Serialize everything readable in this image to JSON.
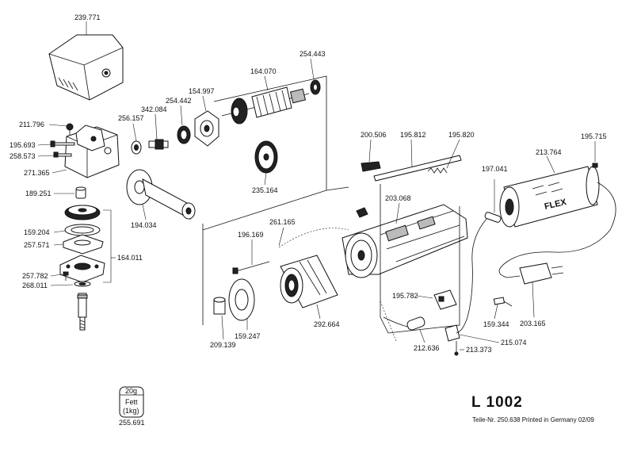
{
  "title": "L 1002",
  "footer": "Teile-Nr. 250.638 Printed in Germany 02/09",
  "grease": {
    "weight": "20g",
    "label1": "Fett",
    "label2": "(1kg)",
    "part": "255.691"
  },
  "brand": "FLEX",
  "parts": {
    "p239771": "239.771",
    "p211796": "211.796",
    "p195693": "195.693",
    "p258573": "258.573",
    "p271365": "271.365",
    "p189251": "189.251",
    "p159204": "159.204",
    "p257571": "257.571",
    "p164011": "164.011",
    "p257782": "257.782",
    "p268011": "268.011",
    "p256157": "256.157",
    "p342084": "342.084",
    "p254442": "254.442",
    "p154997": "154.997",
    "p164070": "164.070",
    "p254443": "254.443",
    "p235164": "235.164",
    "p194034": "194.034",
    "p196169": "196.169",
    "p261165": "261.165",
    "p159247": "159.247",
    "p209139": "209.139",
    "p292664": "292.664",
    "p200506": "200.506",
    "p195812": "195.812",
    "p195820": "195.820",
    "p203068": "203.068",
    "p195782": "195.782",
    "p212636": "212.636",
    "p213373": "213.373",
    "p215074": "215.074",
    "p159344": "159.344",
    "p197041": "197.041",
    "p213764": "213.764",
    "p195715": "195.715",
    "p203165": "203.165"
  }
}
